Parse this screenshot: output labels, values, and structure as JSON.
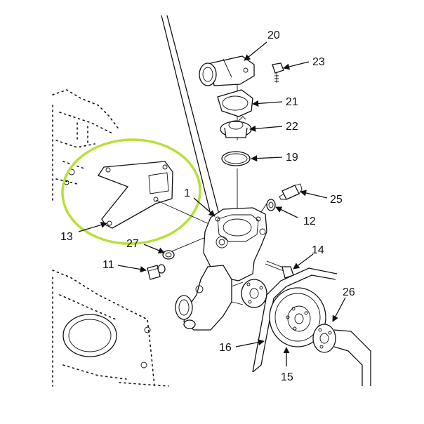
{
  "callouts": [
    {
      "id": "c1",
      "label": "1"
    },
    {
      "id": "c11",
      "label": "11"
    },
    {
      "id": "c12",
      "label": "12"
    },
    {
      "id": "c13",
      "label": "13"
    },
    {
      "id": "c14",
      "label": "14"
    },
    {
      "id": "c15",
      "label": "15"
    },
    {
      "id": "c16",
      "label": "16"
    },
    {
      "id": "c19",
      "label": "19"
    },
    {
      "id": "c20",
      "label": "20"
    },
    {
      "id": "c21",
      "label": "21"
    },
    {
      "id": "c22",
      "label": "22"
    },
    {
      "id": "c23",
      "label": "23"
    },
    {
      "id": "c25",
      "label": "25"
    },
    {
      "id": "c26",
      "label": "26"
    },
    {
      "id": "c27",
      "label": "27"
    }
  ],
  "highlight": {
    "part_label": "13",
    "color": "#b7e03a"
  },
  "colors": {
    "ink": "#111111",
    "background": "#ffffff"
  }
}
